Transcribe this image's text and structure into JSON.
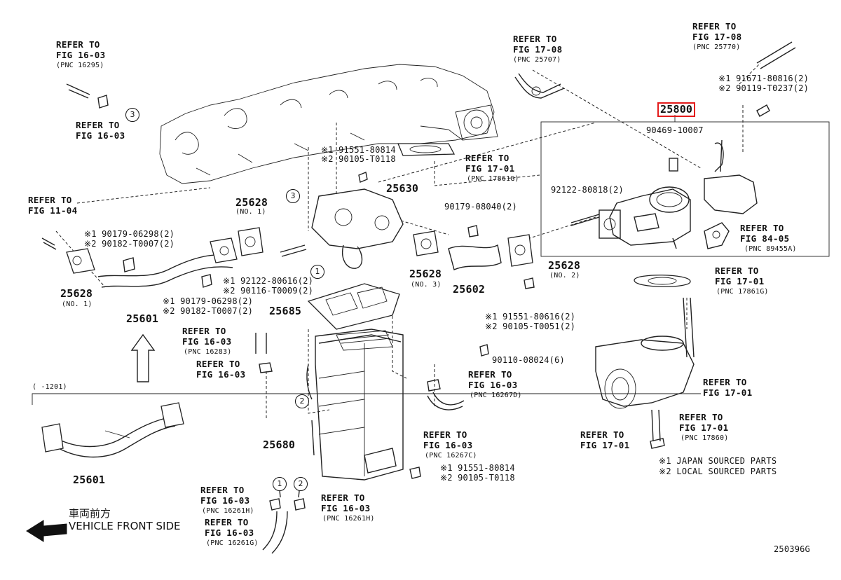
{
  "diagram": {
    "code": "250396G",
    "part_numbers": {
      "p25800": "25800",
      "p25630": "25630",
      "p25628_no1_left": "25628",
      "p25628_no1_top": "25628",
      "p25628_no3": "25628",
      "p25628_no2": "25628",
      "p25602": "25602",
      "p25601_main": "25601",
      "p25601_alt": "25601",
      "p25685": "25685",
      "p25680": "25680"
    },
    "sub_labels": {
      "no1_left": "(NO. 1)",
      "no1_top": "(NO. 1)",
      "no3": "(NO. 3)",
      "no2": "(NO. 2)"
    },
    "refer": {
      "r1": {
        "title": "REFER TO",
        "fig": "FIG 16-03",
        "pnc": "(PNC 16295)"
      },
      "r2": {
        "title": "REFER TO",
        "fig": "FIG 16-03"
      },
      "r3": {
        "title": "REFER TO",
        "fig": "FIG 11-04"
      },
      "r4": {
        "title": "REFER TO",
        "fig": "FIG 17-08",
        "pnc": "(PNC 25707)"
      },
      "r5": {
        "title": "REFER TO",
        "fig": "FIG 17-08",
        "pnc": "(PNC 25770)"
      },
      "r6": {
        "title": "REFER TO",
        "fig": "FIG 17-01",
        "pnc": "(PNC 17861G)"
      },
      "r7": {
        "title": "REFER TO",
        "fig": "FIG 84-05",
        "pnc": "(PNC 89455A)"
      },
      "r8": {
        "title": "REFER TO",
        "fig": "FIG 17-01",
        "pnc": "(PNC 17861G)"
      },
      "r9": {
        "title": "REFER TO",
        "fig": "FIG 16-03",
        "pnc": "(PNC 16283)"
      },
      "r10": {
        "title": "REFER TO",
        "fig": "FIG 16-03"
      },
      "r11": {
        "title": "REFER TO",
        "fig": "FIG 16-03",
        "pnc": "(PNC 16267D)"
      },
      "r12": {
        "title": "REFER TO",
        "fig": "FIG 16-03",
        "pnc": "(PNC 16267C)"
      },
      "r13": {
        "title": "REFER TO",
        "fig": "FIG 17-01"
      },
      "r14": {
        "title": "REFER TO",
        "fig": "FIG 17-01",
        "pnc": "(PNC 17860)"
      },
      "r15": {
        "title": "REFER TO",
        "fig": "FIG 17-01"
      },
      "r16": {
        "title": "REFER TO",
        "fig": "FIG 16-03",
        "pnc": "(PNC 16261H)"
      },
      "r17": {
        "title": "REFER TO",
        "fig": "FIG 16-03",
        "pnc": "(PNC 16261H)"
      },
      "r18": {
        "title": "REFER TO",
        "fig": "FIG 16-03",
        "pnc": "(PNC 16261G)"
      }
    },
    "fasteners": {
      "f1a": "※1 91671-80816(2)",
      "f1b": "※2 90119-T0237(2)",
      "f2": "90469-10007",
      "f3": "92122-80818(2)",
      "f4a": "※1 91551-80814",
      "f4b": "※2 90105-T0118",
      "f5": "90179-08040(2)",
      "f6a": "※1 90179-06298(2)",
      "f6b": "※2 90182-T0007(2)",
      "f7a": "※1 92122-80616(2)",
      "f7b": "※2 90116-T0009(2)",
      "f8a": "※1 90179-06298(2)",
      "f8b": "※2 90182-T0007(2)",
      "f9a": "※1 91551-80616(2)",
      "f9b": "※2 90105-T0051(2)",
      "f10": "90110-08024(6)",
      "f11a": "※1 91551-80814",
      "f11b": "※2 90105-T0118"
    },
    "circles": [
      "1",
      "2",
      "3"
    ],
    "bracket_label": "(      -1201)",
    "notes": {
      "n1": "※1 JAPAN SOURCED PARTS",
      "n2": "※2 LOCAL SOURCED PARTS"
    },
    "front": {
      "jp": "車両前方",
      "en": "VEHICLE FRONT SIDE"
    },
    "colors": {
      "highlight": "#e31b1b",
      "line": "#222222"
    }
  }
}
